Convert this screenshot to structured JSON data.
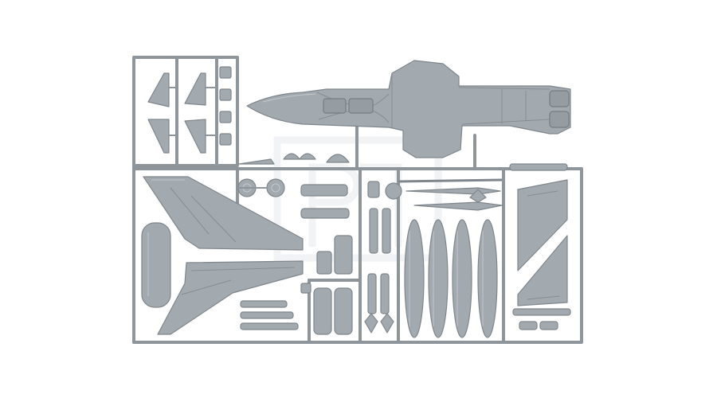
{
  "image": {
    "subject": "model kit sprue",
    "colors": {
      "plastic": "#a3aaaf",
      "plastic_shadow": "#7f868c",
      "frame": "#8e959b",
      "background": "#ffffff"
    }
  },
  "parts": [
    "fuselage",
    "vertical-fin",
    "wing-left",
    "wing-right",
    "drop-tanks",
    "missiles",
    "canopy-frames",
    "landing-gear",
    "small-fins"
  ]
}
